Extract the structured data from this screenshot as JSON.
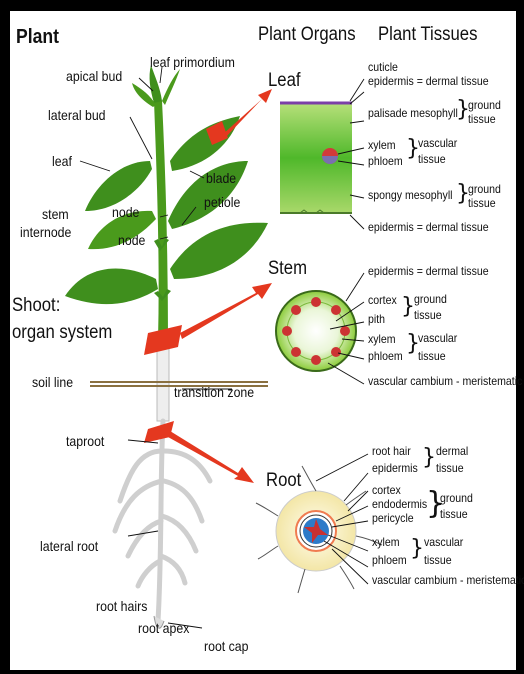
{
  "titles": {
    "plant": "Plant",
    "organs": "Plant Organs",
    "tissues": "Plant Tissues"
  },
  "plant_labels": {
    "apical_bud": "apical bud",
    "leaf_primordium": "leaf primordium",
    "lateral_bud": "lateral bud",
    "leaf": "leaf",
    "blade": "blade",
    "petiole": "petiole",
    "stem": "stem",
    "node_1": "node",
    "internode": "internode",
    "node_2": "node",
    "shoot_line1": "Shoot:",
    "shoot_line2": "organ system",
    "soil_line": "soil line",
    "transition_zone": "transition zone",
    "taproot": "taproot",
    "lateral_root": "lateral root",
    "root_hairs": "root hairs",
    "root_apex": "root apex",
    "root_cap": "root cap"
  },
  "organs": {
    "leaf": "Leaf",
    "stem": "Stem",
    "root": "Root"
  },
  "leaf_tissues": {
    "cuticle": "cuticle",
    "epidermis_top": "epidermis = dermal tissue",
    "palisade": "palisade mesophyll",
    "ground1_line1": "ground",
    "ground1_line2": "tissue",
    "xylem": "xylem",
    "phloem": "phloem",
    "vascular_line1": "vascular",
    "vascular_line2": "tissue",
    "spongy": "spongy mesophyll",
    "ground2_line1": "ground",
    "ground2_line2": "tissue",
    "epidermis_bottom": "epidermis = dermal tissue"
  },
  "stem_tissues": {
    "epidermis": "epidermis = dermal tissue",
    "cortex": "cortex",
    "pith": "pith",
    "ground_line1": "ground",
    "ground_line2": "tissue",
    "xylem": "xylem",
    "phloem": "phloem",
    "vascular_line1": "vascular",
    "vascular_line2": "tissue",
    "cambium": "vascular cambium - meristematic"
  },
  "root_tissues": {
    "root_hair": "root hair",
    "epidermis": "epidermis",
    "dermal_line1": "dermal",
    "dermal_line2": "tissue",
    "cortex": "cortex",
    "endodermis": "endodermis",
    "pericycle": "pericycle",
    "ground_line1": "ground",
    "ground_line2": "tissue",
    "xylem": "xylem",
    "phloem": "phloem",
    "vascular_line1": "vascular",
    "vascular_line2": "tissue",
    "cambium": "vascular cambium - meristematic"
  },
  "colors": {
    "stem_green": "#4a9a1c",
    "leaf_green": "#3f8f1d",
    "arrow_red": "#e4381f",
    "tissue_green": "#8ccc3a",
    "root_white": "#f4f4f4"
  }
}
